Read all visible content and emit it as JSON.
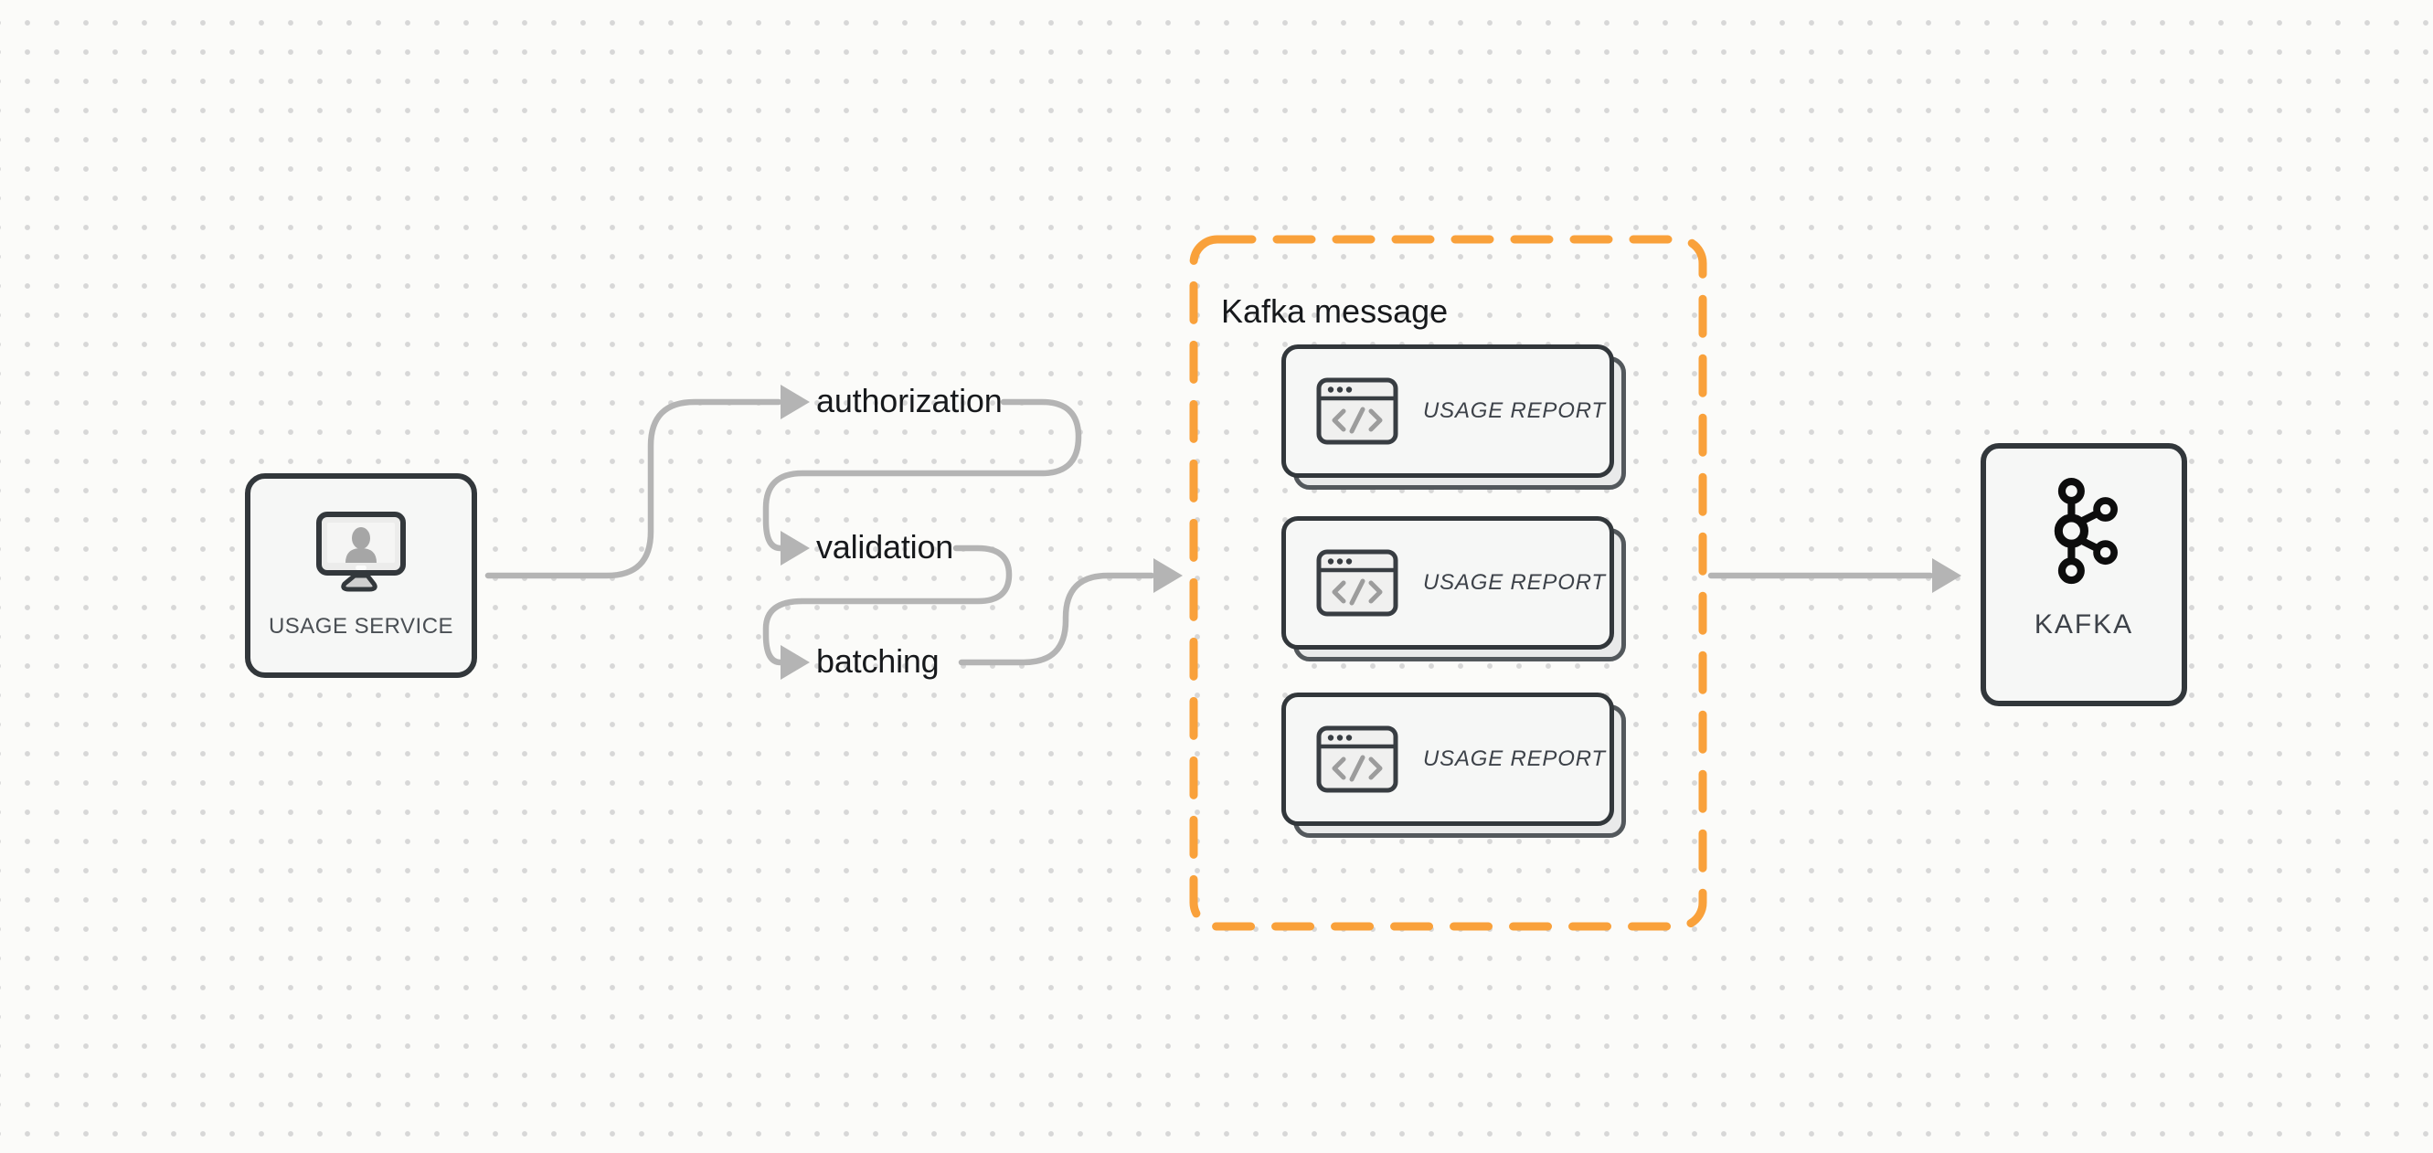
{
  "diagram": {
    "colors": {
      "accent_orange": "#f9a13b",
      "arrow_gray": "#b4b4b4",
      "node_border": "#32373b",
      "node_background": "#f6f7f6",
      "dot_grid": "#d7d7d7"
    },
    "nodes": {
      "usage_service": {
        "label": "USAGE SERVICE",
        "icon": "monitor-user-icon"
      },
      "kafka": {
        "label": "KAFKA",
        "icon": "kafka-logo-icon"
      }
    },
    "flow_labels": [
      {
        "label": "authorization"
      },
      {
        "label": "validation"
      },
      {
        "label": "batching"
      }
    ],
    "kafka_message_group": {
      "title": "Kafka message",
      "cards": [
        {
          "label": "USAGE REPORT",
          "icon": "code-window-icon"
        },
        {
          "label": "USAGE REPORT",
          "icon": "code-window-icon"
        },
        {
          "label": "USAGE REPORT",
          "icon": "code-window-icon"
        }
      ]
    }
  }
}
